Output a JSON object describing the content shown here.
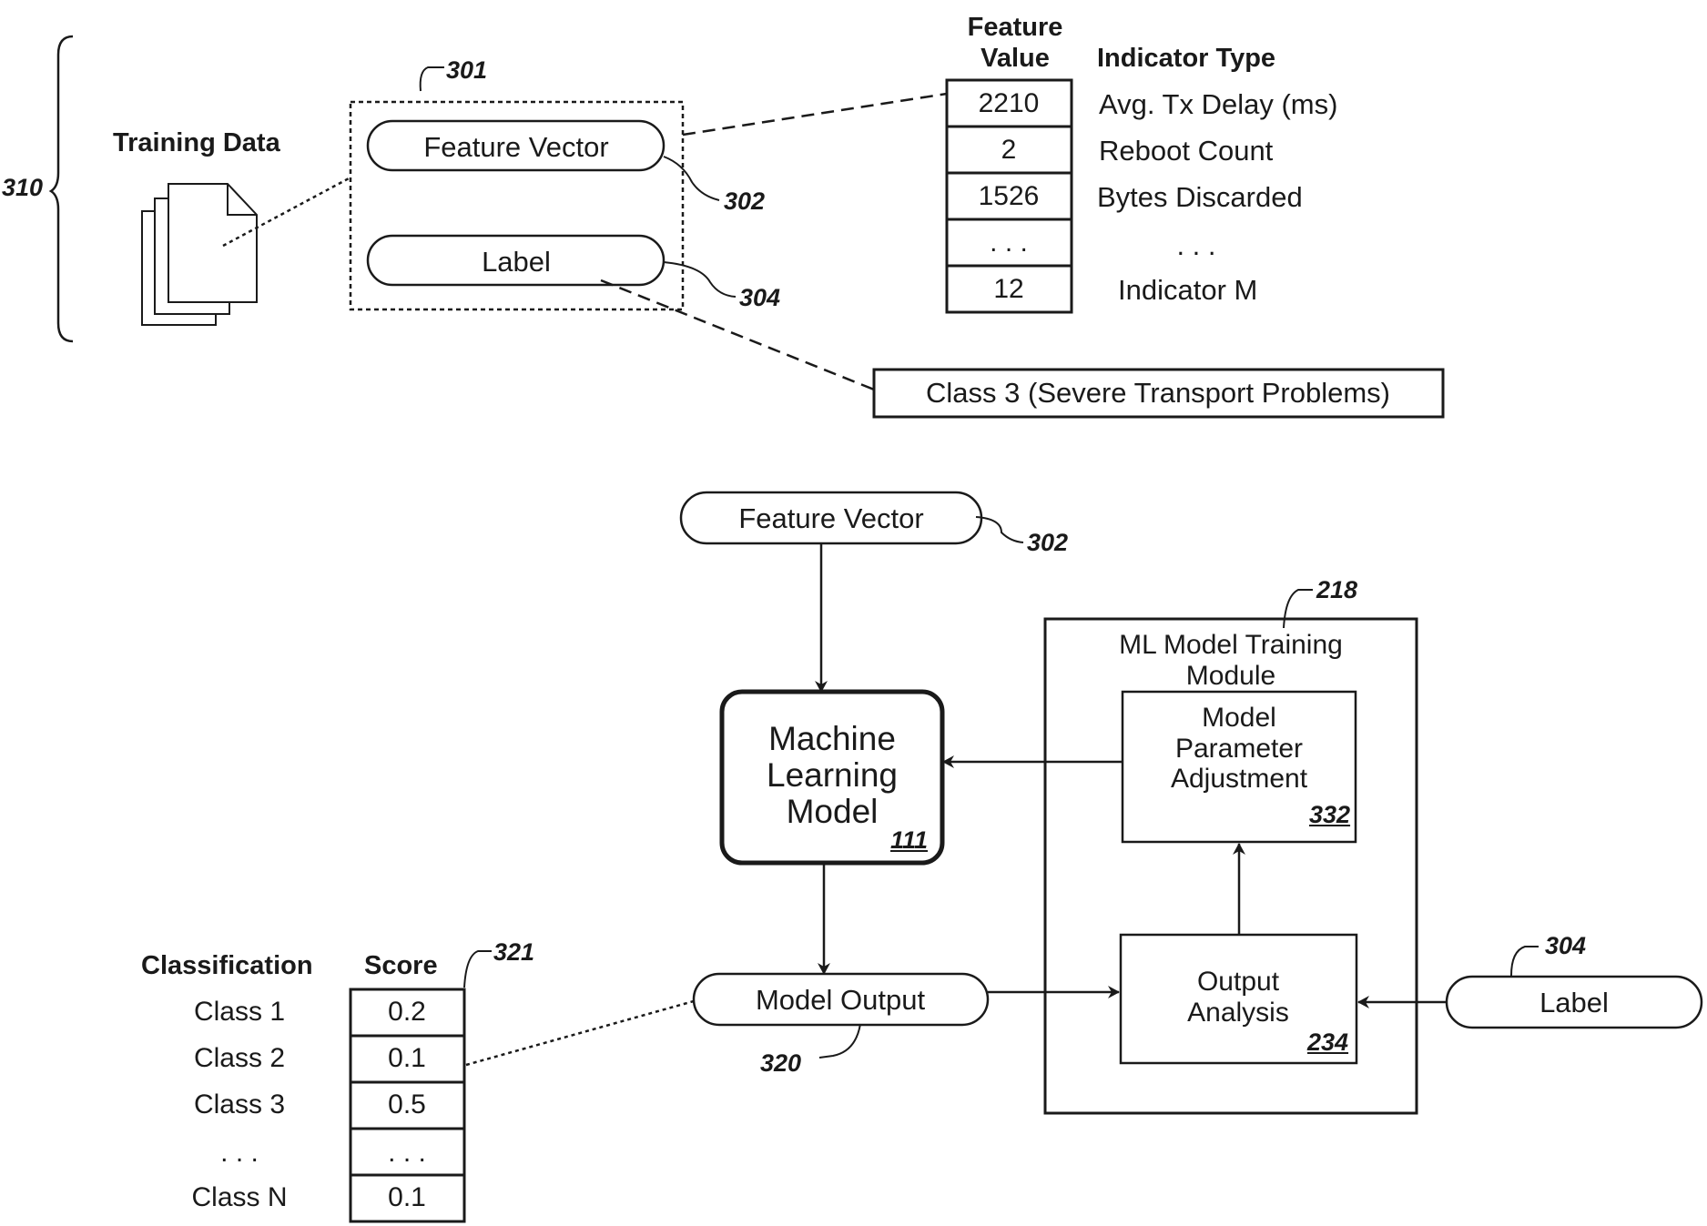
{
  "training": {
    "ref_group": "310",
    "ref_sample": "301",
    "title": "Training Data",
    "feature_vector": "Feature Vector",
    "feature_vector_ref": "302",
    "label": "Label",
    "label_ref": "304",
    "label_value": "Class 3 (Severe Transport Problems)"
  },
  "features": {
    "header_value": [
      "Feature",
      "Value"
    ],
    "header_type": "Indicator Type",
    "rows": [
      {
        "value": "2210",
        "type": "Avg. Tx Delay (ms)"
      },
      {
        "value": "2",
        "type": "Reboot Count"
      },
      {
        "value": "1526",
        "type": "Bytes Discarded"
      },
      {
        "value": ". . .",
        "type": ". . ."
      },
      {
        "value": "12",
        "type": "Indicator M"
      }
    ]
  },
  "flow": {
    "feature_vector": "Feature Vector",
    "feature_vector_ref": "302",
    "ml_model": [
      "Machine",
      "Learning",
      "Model"
    ],
    "ml_model_ref": "111",
    "model_output": "Model Output",
    "model_output_ref": "320",
    "training_module": [
      "ML Model Training",
      "Module"
    ],
    "training_module_ref": "218",
    "param_adjust": [
      "Model",
      "Parameter",
      "Adjustment"
    ],
    "param_adjust_ref": "332",
    "output_analysis": [
      "Output",
      "Analysis"
    ],
    "output_analysis_ref": "234",
    "label": "Label",
    "label_ref": "304"
  },
  "classification": {
    "header_class": "Classification",
    "header_score": "Score",
    "ref": "321",
    "rows": [
      {
        "class": "Class 1",
        "score": "0.2"
      },
      {
        "class": "Class 2",
        "score": "0.1"
      },
      {
        "class": "Class 3",
        "score": "0.5"
      },
      {
        "class": ". . .",
        "score": ". . ."
      },
      {
        "class": "Class N",
        "score": "0.1"
      }
    ]
  }
}
